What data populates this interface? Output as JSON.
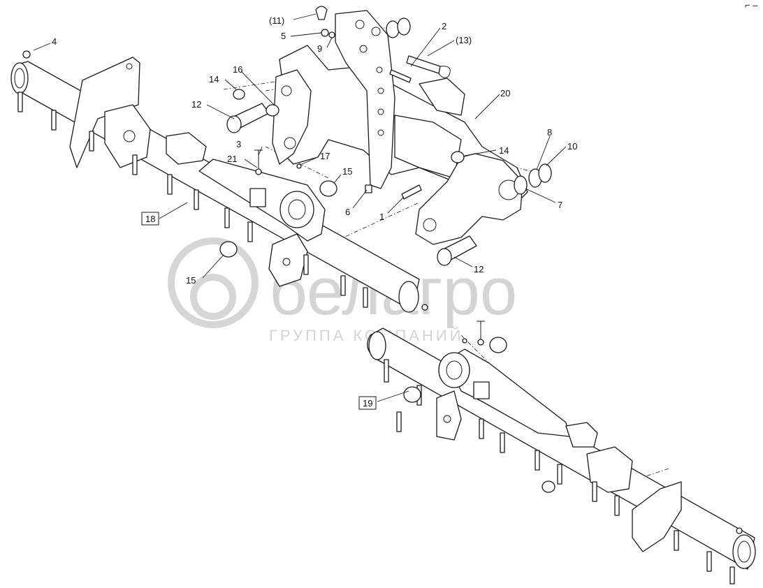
{
  "watermark": {
    "brand": "белагро",
    "tagline": "ГРУППА КОМПАНИЙ",
    "color": "#d4d4d4"
  },
  "callouts": {
    "c1": "1",
    "c2": "2",
    "c3": "3",
    "c4": "4",
    "c5": "5",
    "c6": "6",
    "c7": "7",
    "c8": "8",
    "c9": "9",
    "c10": "10",
    "c11": "(11)",
    "c12a": "12",
    "c12b": "12",
    "c13": "(13)",
    "c14a": "14",
    "c14b": "14",
    "c15a": "15",
    "c15b": "15",
    "c16": "16",
    "c17": "17",
    "c18": "18",
    "c19": "19",
    "c20": "20",
    "c21": "21"
  },
  "corner_mark": "⌐ ‒"
}
